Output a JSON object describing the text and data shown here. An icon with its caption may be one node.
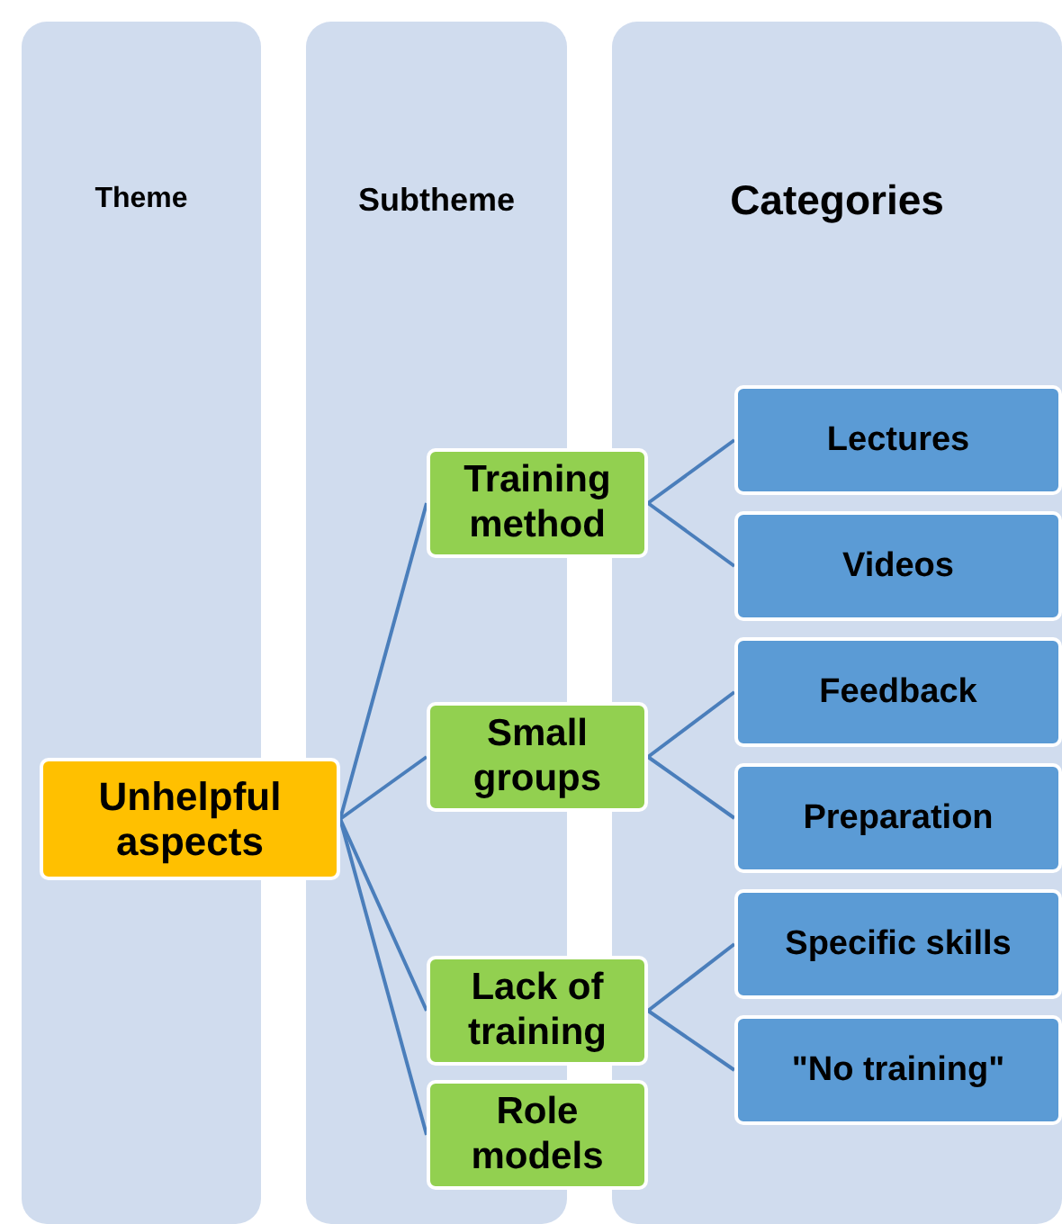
{
  "diagram": {
    "nodes": [
      {
        "text": [
          "Unhelpful aspects"
        ]
      },
      {
        "text": [
          "Training method"
        ]
      },
      {
        "text": [
          "Lectures"
        ]
      },
      {
        "text": [
          "Videos"
        ]
      },
      {
        "text": [
          "Small groups"
        ]
      },
      {
        "text": [
          "Feedback"
        ]
      },
      {
        "text": [
          "Preparation"
        ]
      },
      {
        "text": [
          "Lack of training"
        ]
      },
      {
        "text": [
          "Specific skills"
        ]
      },
      {
        "text": [
          "\"No training\""
        ]
      },
      {
        "text": [
          "Role models"
        ]
      }
    ],
    "edges": [
      {
        "from": 0,
        "to": 1,
        "arrow": "none"
      },
      {
        "from": 0,
        "to": 4,
        "arrow": "none"
      },
      {
        "from": 0,
        "to": 7,
        "arrow": "none"
      },
      {
        "from": 0,
        "to": 10,
        "arrow": "none"
      },
      {
        "from": 1,
        "to": 2,
        "arrow": "none"
      },
      {
        "from": 1,
        "to": 3,
        "arrow": "none"
      },
      {
        "from": 4,
        "to": 5,
        "arrow": "none"
      },
      {
        "from": 4,
        "to": 6,
        "arrow": "none"
      },
      {
        "from": 7,
        "to": 8,
        "arrow": "none"
      },
      {
        "from": 7,
        "to": 9,
        "arrow": "none"
      }
    ],
    "labels": [
      "Theme",
      "Subtheme",
      "Categories"
    ]
  }
}
